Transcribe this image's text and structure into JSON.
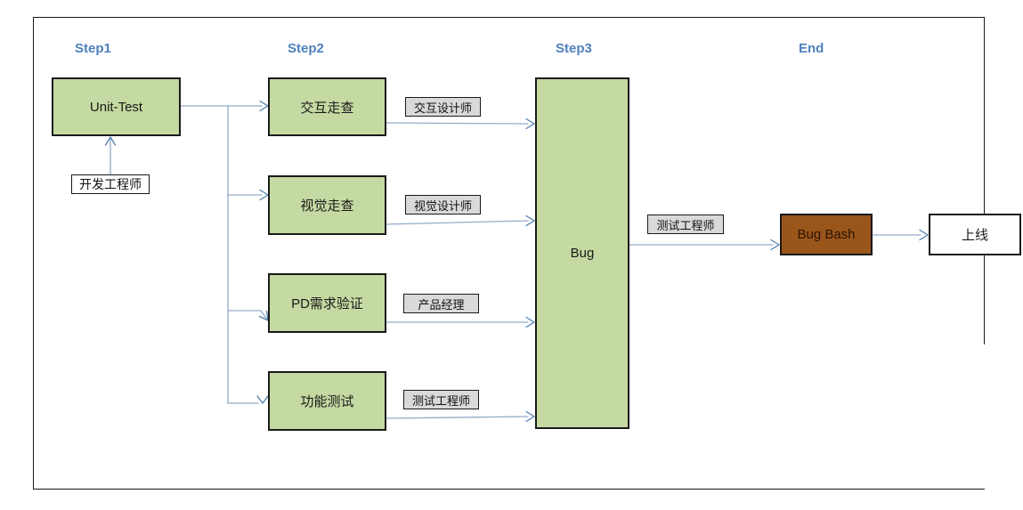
{
  "headers": {
    "step1": "Step1",
    "step2": "Step2",
    "step3": "Step3",
    "end": "End"
  },
  "nodes": {
    "unit_test": "Unit-Test",
    "interaction_review": "交互走查",
    "visual_review": "视觉走查",
    "pd_validation": "PD需求验证",
    "functional_test": "功能测试",
    "bug": "Bug",
    "bug_bash": "Bug Bash",
    "online": "上线"
  },
  "roles": {
    "dev_engineer": "开发工程师",
    "interaction_designer": "交互设计师",
    "visual_designer": "视觉设计师",
    "product_manager": "产品经理",
    "test_engineer_step2": "测试工程师",
    "test_engineer_step3": "测试工程师"
  },
  "colors": {
    "header_blue": "#4f81bd",
    "node_green": "#c5d9a2",
    "bug_bash_brown": "#9a551a",
    "label_gray": "#d9d9d9",
    "connector_line_blue": "#92abc7",
    "connector_head_blue": "#4f7fae",
    "border_dark": "#1a1a1a"
  }
}
